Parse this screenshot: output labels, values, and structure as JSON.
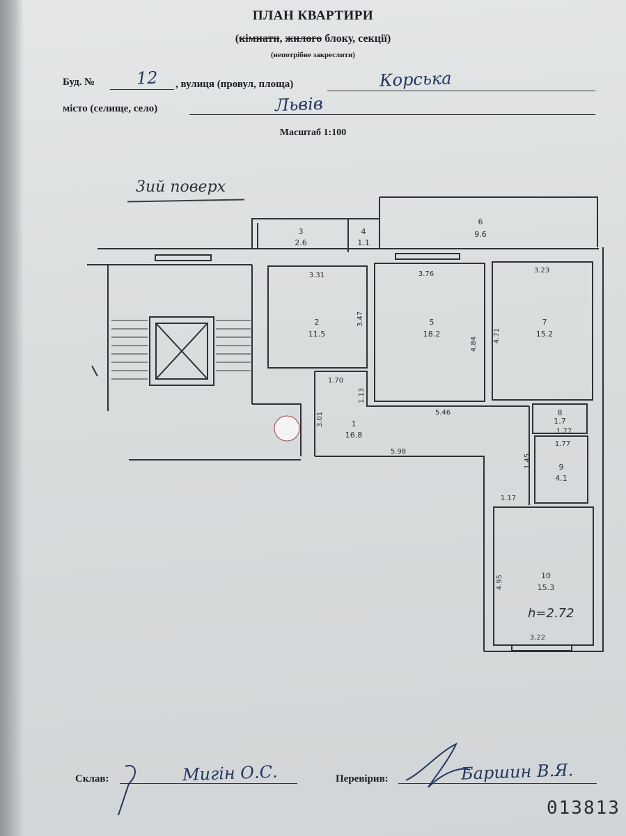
{
  "header": {
    "title": "ПЛАН КВАРТИРИ",
    "subtitle_open": "(",
    "subtitle_strike1": "кімнати",
    "subtitle_sep1": ", ",
    "subtitle_strike2": "жилого",
    "subtitle_mid": " блоку, секції)",
    "note": "(непотрібне закреслити)"
  },
  "address": {
    "building_label": "Буд. №",
    "building_value": "12",
    "street_label": ", вулиця (провул, площа)",
    "street_value": "Корська",
    "city_label": "місто (селище, село)",
    "city_value": "Львів"
  },
  "scale": "Масштаб 1:100",
  "floor_label": "3ий поверх",
  "rooms": [
    {
      "number": "1",
      "area": "16.8"
    },
    {
      "number": "2",
      "area": "11.5"
    },
    {
      "number": "3",
      "area": "2.6"
    },
    {
      "number": "4",
      "area": "1.1"
    },
    {
      "number": "5",
      "area": "18.2"
    },
    {
      "number": "6",
      "area": "9.6"
    },
    {
      "number": "7",
      "area": "15.2"
    },
    {
      "number": "8",
      "area": "1.7"
    },
    {
      "number": "9",
      "area": "4.1"
    },
    {
      "number": "10",
      "area": "15.3"
    }
  ],
  "dimensions": {
    "d331": "3.31",
    "d376": "3.76",
    "d323": "3.23",
    "d347": "3.47",
    "d484": "4.84",
    "d471": "4.71",
    "d170": "1.70",
    "d113": "1.13",
    "d546": "5.46",
    "d301": "3.01",
    "d598": "5.98",
    "d177a": "1.77",
    "d177b": "1.77",
    "d145": "1.45",
    "d117": "1.17",
    "d495": "4.95",
    "d322": "3.22",
    "ceiling_height": "h=2.72"
  },
  "footer": {
    "compiled_label": "Склав:",
    "compiled_name": "Мигін О.С.",
    "checked_label": "Перевірив:",
    "checked_name": "Баршин В.Я.",
    "doc_number": "013813"
  },
  "colors": {
    "paper": "#dcdfe0",
    "ink": "#2c2f35",
    "handwriting": "#23365f"
  }
}
